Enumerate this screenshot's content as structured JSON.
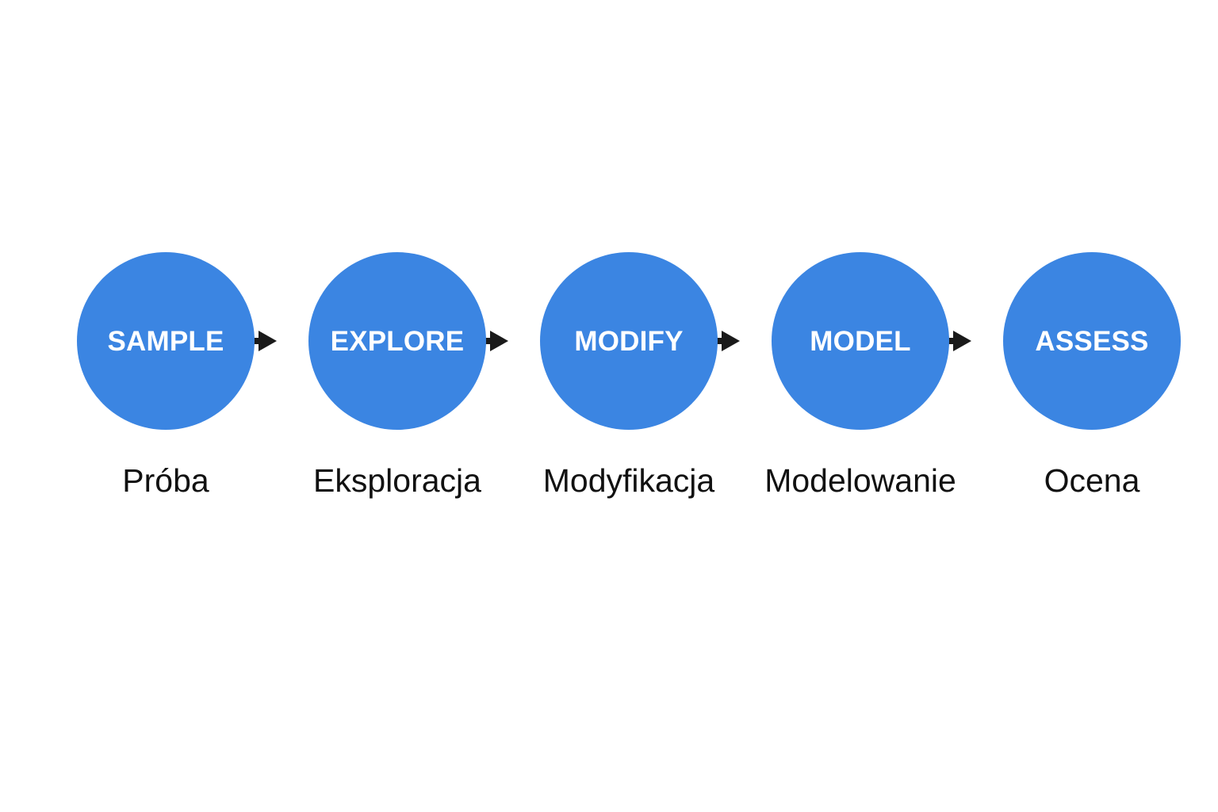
{
  "diagram": {
    "title_visible": false,
    "background_color": "#ffffff",
    "node_color": "#3b85e2",
    "node_text_color": "#ffffff",
    "caption_text_color": "#111111",
    "arrow_color": "#1a1a1a",
    "orientation": "horizontal-left-to-right",
    "stages": [
      {
        "code": "SAMPLE",
        "caption": "Próba"
      },
      {
        "code": "EXPLORE",
        "caption": "Eksploracja"
      },
      {
        "code": "MODIFY",
        "caption": "Modyfikacja"
      },
      {
        "code": "MODEL",
        "caption": "Modelowanie"
      },
      {
        "code": "ASSESS",
        "caption": "Ocena"
      }
    ],
    "connectors": [
      {
        "from": "SAMPLE",
        "to": "EXPLORE",
        "icon": "arrow-right-icon"
      },
      {
        "from": "EXPLORE",
        "to": "MODIFY",
        "icon": "arrow-right-icon"
      },
      {
        "from": "MODIFY",
        "to": "MODEL",
        "icon": "arrow-right-icon"
      },
      {
        "from": "MODEL",
        "to": "ASSESS",
        "icon": "arrow-right-icon"
      }
    ]
  }
}
